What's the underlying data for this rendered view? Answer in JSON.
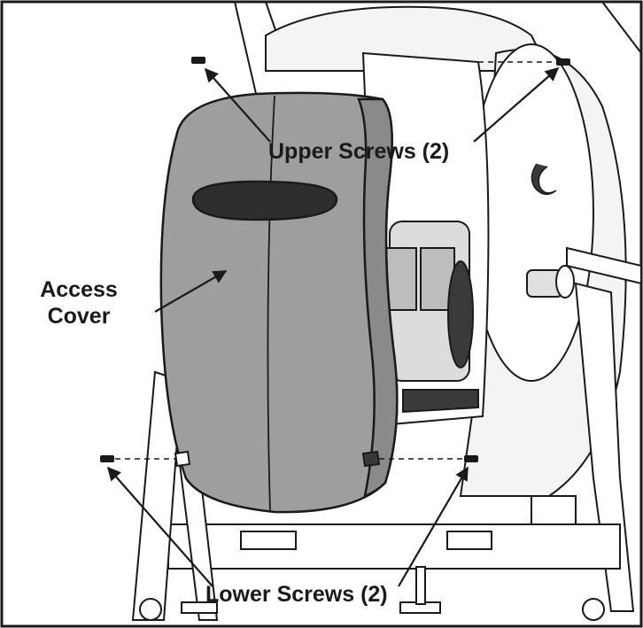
{
  "labels": {
    "upper_screws": "Upper Screws (2)",
    "access_cover_line1": "Access",
    "access_cover_line2": "Cover",
    "lower_screws": "Lower Screws (2)"
  },
  "colors": {
    "line": "#1a1a1a",
    "cover_fill": "#9e9e9e",
    "cover_shadow": "#8a8a8a",
    "machine_fill": "#f4f4f4",
    "dark_part": "#3a3a3a",
    "background": "#ffffff"
  }
}
